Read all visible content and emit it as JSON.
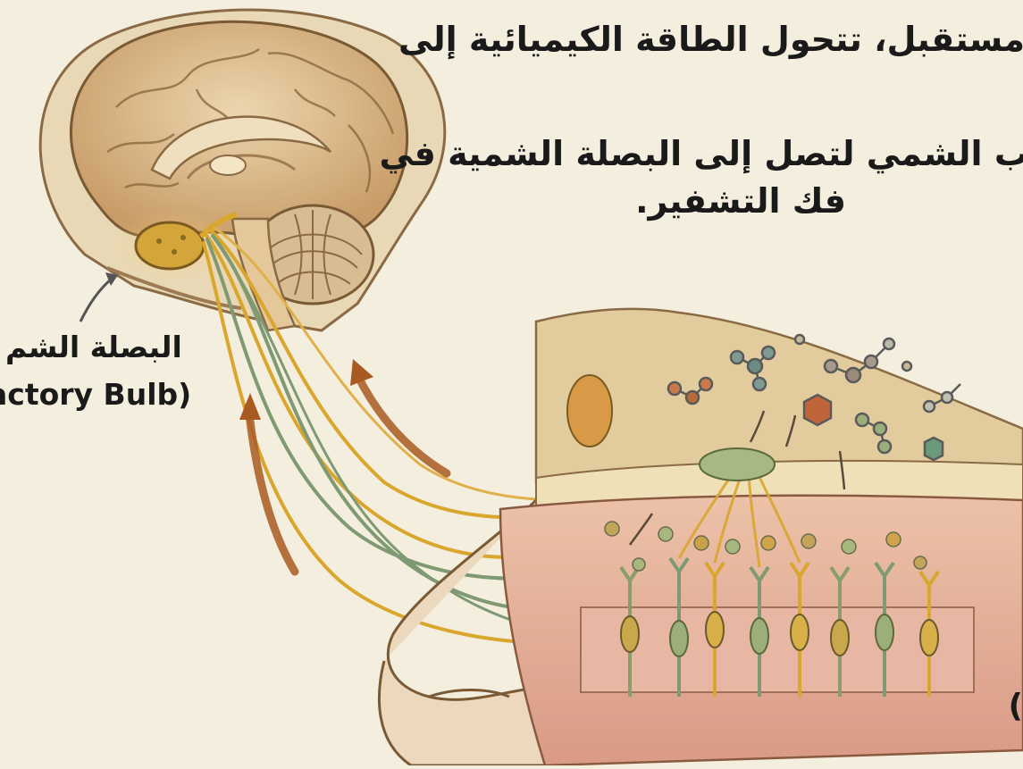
{
  "paragraph": {
    "line1": "مستقبل، تتحول الطاقة الكيميائية إلى",
    "line2": "ب الشمي لتصل إلى البصلة الشمية في",
    "line3": "فك التشفير."
  },
  "left_label": {
    "arabic": "البصلة الشم",
    "english": "actory Bulb)"
  },
  "edge_fragment": "(",
  "colors": {
    "background": "#f4eedf",
    "brain": "#d8b98a",
    "nerve_yellow": "#d9a62e",
    "nerve_green": "#7f9a72",
    "arrow": "#a85a22",
    "tissue": "#e3a994"
  }
}
